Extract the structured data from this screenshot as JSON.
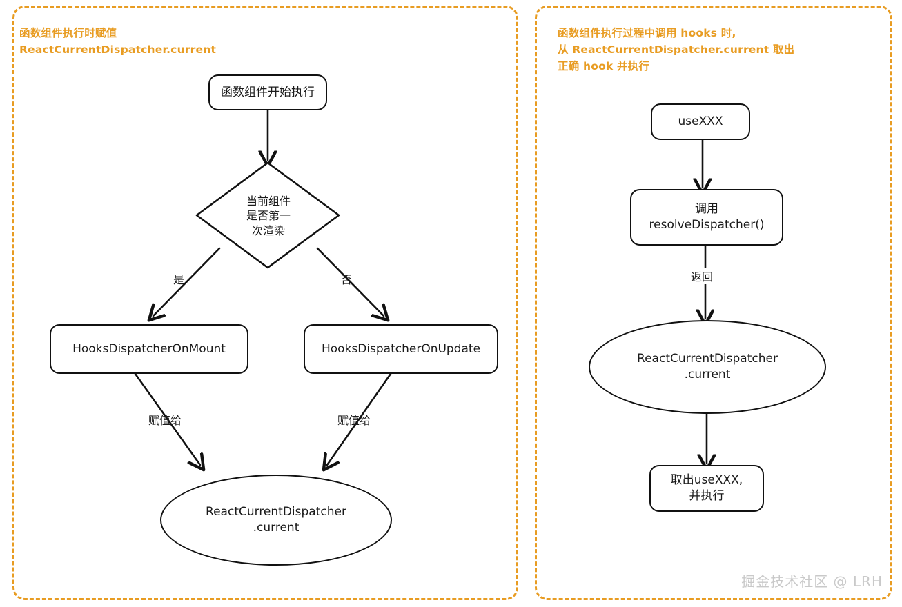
{
  "panels": [
    {
      "id": "left",
      "title": "函数组件执行时赋值\nReactCurrentDispatcher.current"
    },
    {
      "id": "right",
      "title": "函数组件执行过程中调用 hooks 时,\n从 ReactCurrentDispatcher.current 取出\n正确 hook 并执行"
    }
  ],
  "left_flow": {
    "start_node": "函数组件开始执行",
    "decision_node": "当前组件\n是否第一\n次渲染",
    "branch_yes_label": "是",
    "branch_no_label": "否",
    "mount_node": "HooksDispatcherOnMount",
    "update_node": "HooksDispatcherOnUpdate",
    "assign_label_left": "赋值给",
    "assign_label_right": "赋值给",
    "result_node": "ReactCurrentDispatcher\n.current"
  },
  "right_flow": {
    "start_node": "useXXX",
    "call_node": "调用\nresolveDispatcher()",
    "return_label": "返回",
    "dispatcher_node": "ReactCurrentDispatcher\n.current",
    "final_node": "取出useXXX,\n并执行"
  },
  "watermark": "掘金技术社区 @ LRH",
  "colors": {
    "panel_border": "#e89c22",
    "panel_title": "#e89c22",
    "node_stroke": "#111111",
    "node_text": "#1a1a1a",
    "watermark": "#c9c9c9",
    "background": "#ffffff"
  }
}
